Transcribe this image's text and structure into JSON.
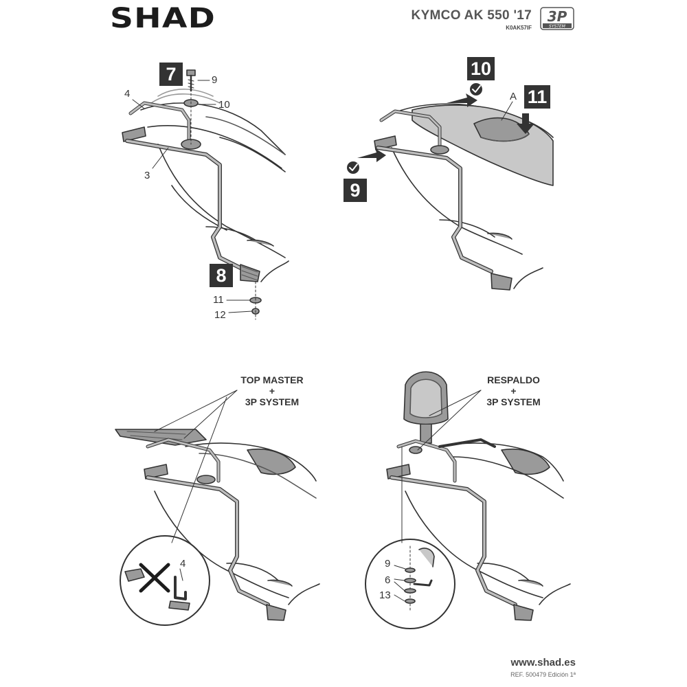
{
  "header": {
    "brand": "SHAD",
    "model": "KYMCO AK 550 '17",
    "code": "K0AK57IF",
    "badge_main": "3P",
    "badge_sub": "SYSTEM"
  },
  "panel1": {
    "steps": {
      "s7": "7",
      "s8": "8"
    },
    "parts": {
      "p9": "9",
      "p10": "10",
      "p4": "4",
      "p3": "3",
      "p11": "11",
      "p12": "12"
    }
  },
  "panel2": {
    "steps": {
      "s10": "10",
      "s11": "11",
      "s9": "9"
    },
    "label_a": "A"
  },
  "panel3": {
    "callout": [
      "TOP MASTER",
      "+",
      "3P SYSTEM"
    ],
    "part4": "4"
  },
  "panel4": {
    "callout": [
      "RESPALDO",
      "+",
      "3P SYSTEM"
    ],
    "parts": {
      "p9": "9",
      "p6": "6",
      "p13": "13"
    }
  },
  "footer": {
    "website": "www.shad.es",
    "reference": "REF. 500479 Edición 1ª"
  },
  "colors": {
    "line": "#333333",
    "fill_gray": "#9a9a9a",
    "fill_light": "#c8c8c8",
    "step_bg": "#333333"
  }
}
